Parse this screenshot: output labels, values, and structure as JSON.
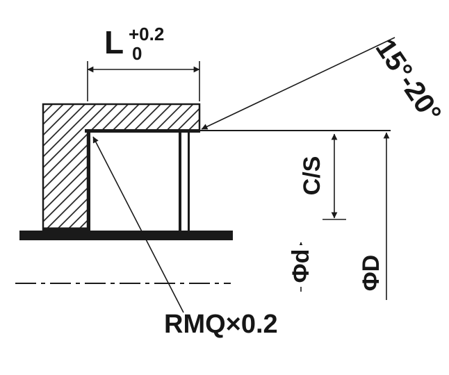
{
  "drawing": {
    "type": "engineering-section-drawing",
    "labels": {
      "dim_length": {
        "letter": "L",
        "tol_upper": "+0.2",
        "tol_lower": "0"
      },
      "angle": "15°-20°",
      "cross_section": "C/S",
      "inner_diameter": "Φd",
      "outer_diameter": "ΦD",
      "surface_note": "RMQ×0.2"
    },
    "colors": {
      "line": "#1a1a1a",
      "background": "#ffffff"
    }
  }
}
